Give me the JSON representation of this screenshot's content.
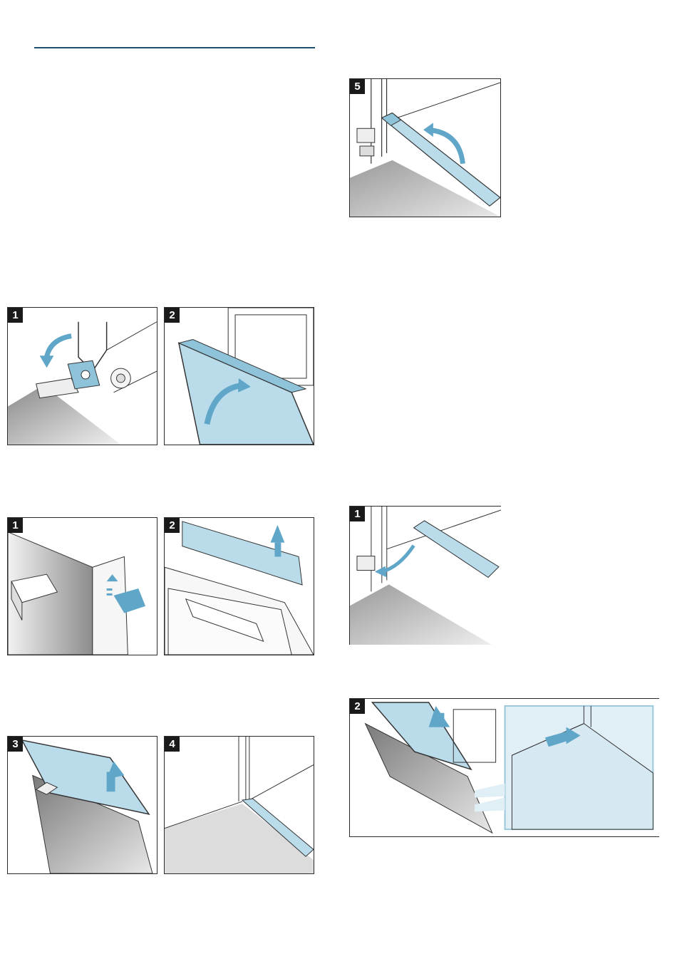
{
  "steps": {
    "top_right": "5",
    "row1_left": "1",
    "row1_right": "2",
    "row2_left": "1",
    "row2_right": "2",
    "row3_left": "3",
    "row3_right": "4",
    "lower_right_a": "1",
    "lower_right_b": "2"
  },
  "colors": {
    "accent_rule": "#1f4f6e",
    "glass_fill": "#b9dbea",
    "arrow_fill": "#5fa6c8",
    "badge_bg": "#1a1a1a"
  }
}
